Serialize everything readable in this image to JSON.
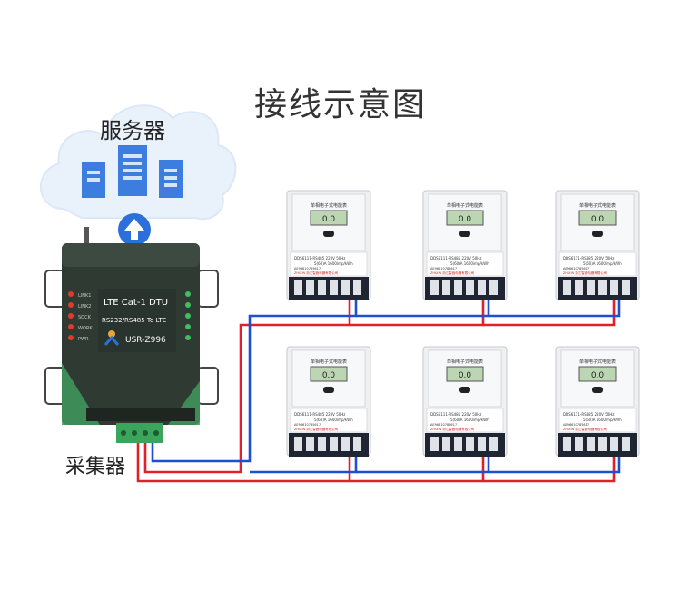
{
  "title": "接线示意图",
  "server_label": "服务器",
  "collector_label": "采集器",
  "dtu": {
    "model_line1": "LTE Cat-1 DTU",
    "model_line2": "RS232/RS485 To LTE",
    "model_line3": "USR-Z996",
    "leds_left": [
      "LINK1",
      "LINK2",
      "SOCK",
      "WORK",
      "PWR"
    ]
  },
  "meter": {
    "header": "单相电子式电能表",
    "reading": "0.0",
    "model_text": "DDS6111-RS485  220V  50Hz",
    "spec_text": "5(60)A   1600imp/kWh",
    "serial_text": "AE96610785617",
    "brand_text": "ZHIXIN   浙江智鑫电器有限公司",
    "count": 6
  },
  "colors": {
    "wire_red": "#e0202a",
    "wire_blue": "#1e4fd0",
    "dtu_body": "#2f3a33",
    "dtu_accent": "#3f9a5e",
    "cloud": "#e8f0fa",
    "server_blue": "#3e7de0",
    "arrow_blue": "#2a6fdc",
    "terminal_green": "#3ba55c"
  },
  "icons": {
    "upload": "upload-arrow-icon",
    "server": "server-icon",
    "cloud": "cloud-icon"
  }
}
